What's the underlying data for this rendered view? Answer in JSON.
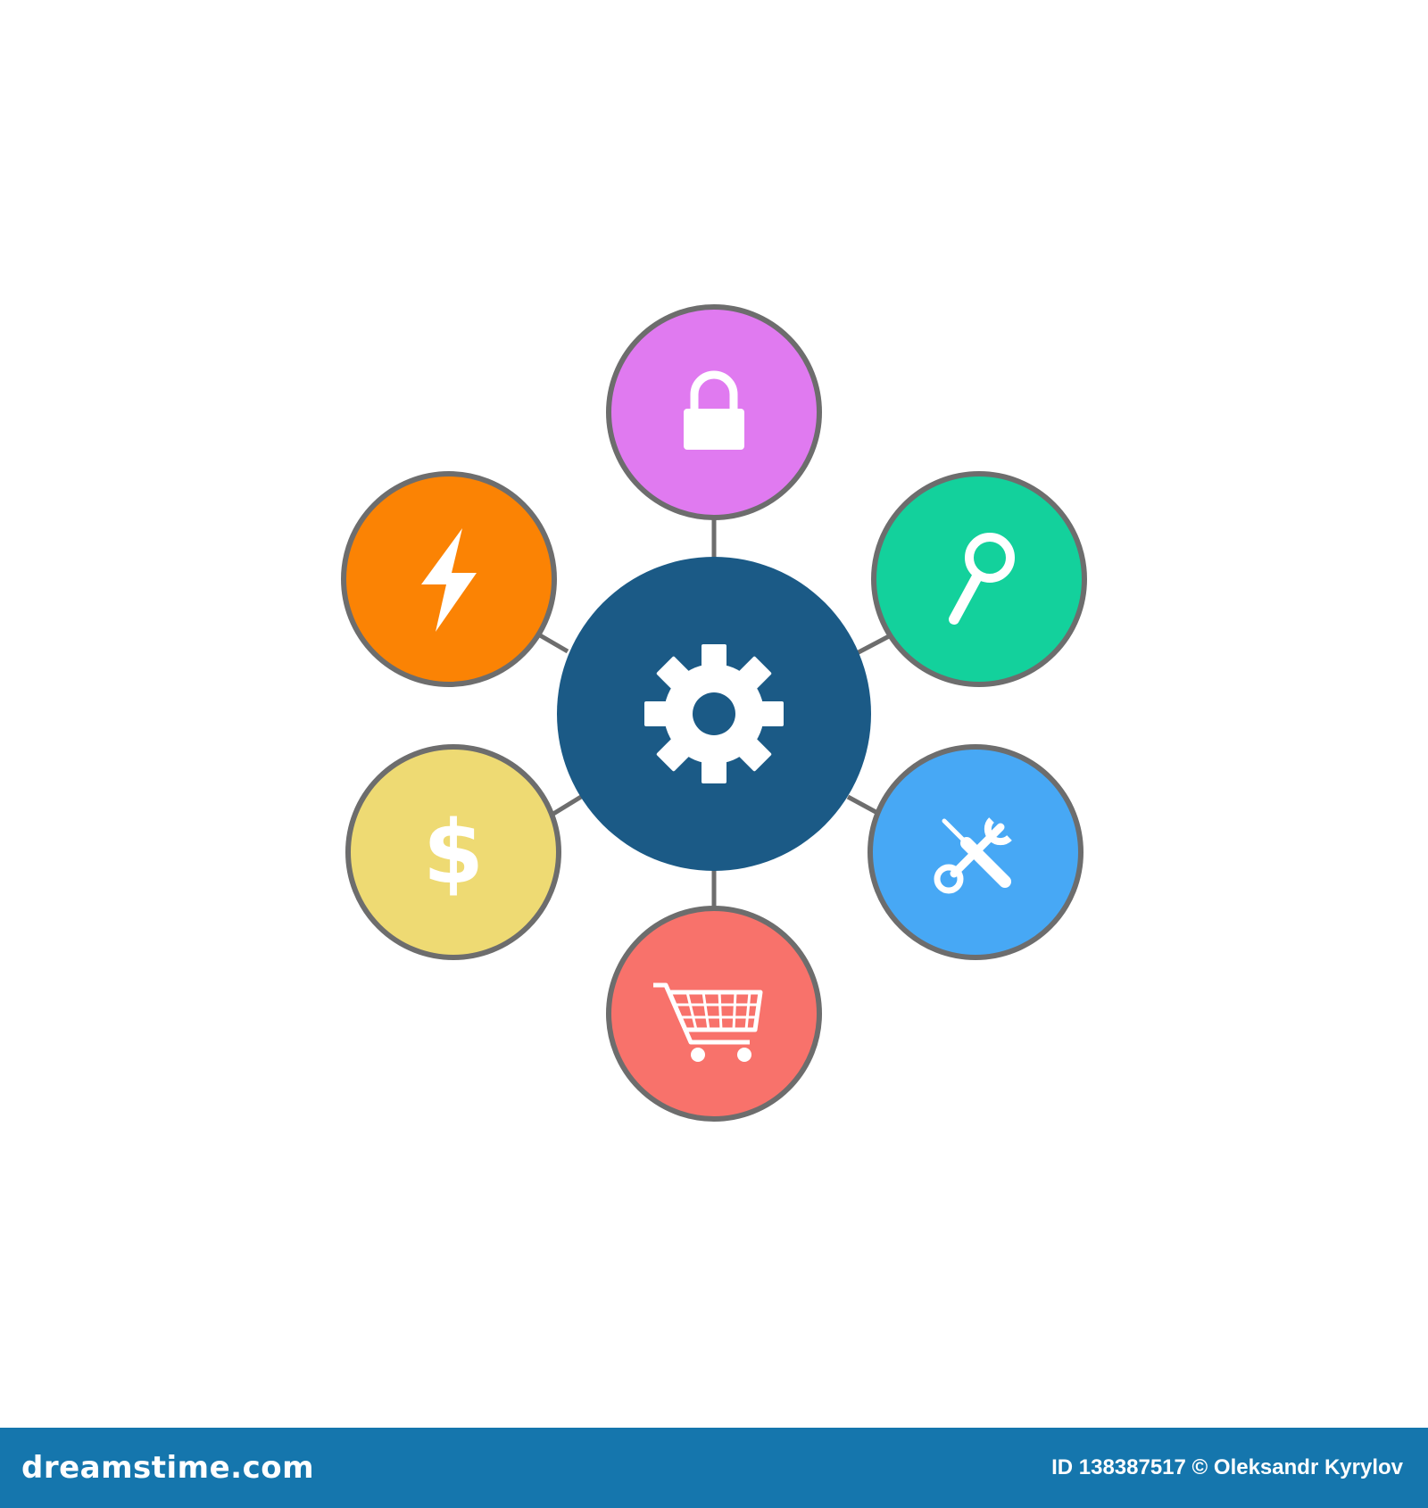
{
  "diagram": {
    "hub": {
      "icon": "gear-icon",
      "color": "#1b5a86"
    },
    "nodes": [
      {
        "id": "security",
        "icon": "padlock-icon",
        "color": "#e07af0"
      },
      {
        "id": "search",
        "icon": "magnifier-icon",
        "color": "#13d19c"
      },
      {
        "id": "tools",
        "icon": "wrench-screwdriver-icon",
        "color": "#47a8f5"
      },
      {
        "id": "shopping",
        "icon": "shopping-cart-icon",
        "color": "#f8726b"
      },
      {
        "id": "finance",
        "icon": "dollar-icon",
        "color": "#eeda73"
      },
      {
        "id": "energy",
        "icon": "lightning-icon",
        "color": "#fb8304"
      }
    ],
    "node_border_color": "#6d6d6d",
    "connector_color": "#6d6d6d"
  },
  "footer": {
    "brand": "dreamstime.com",
    "credit": "ID 138387517 © Oleksandr Kyrylov",
    "background": "#1576ad"
  }
}
